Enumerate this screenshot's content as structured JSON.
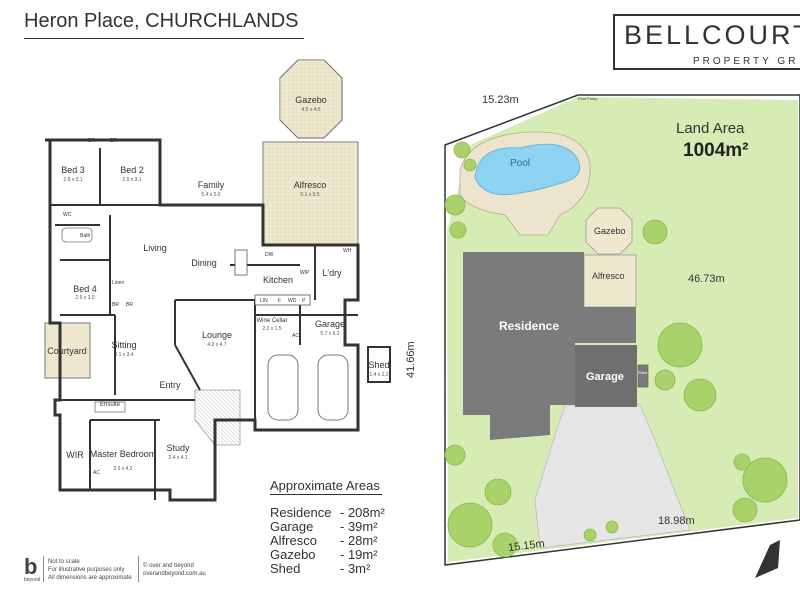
{
  "header": {
    "title": "Heron Place, CHURCHLANDS",
    "brand_main": "BELLCOURT",
    "brand_sub": "PROPERTY GR"
  },
  "floorplan": {
    "rooms": [
      {
        "name": "Gazebo",
        "dim": "4.5 x 4.5"
      },
      {
        "name": "Bed 3",
        "dim": "2.8 x 3.1"
      },
      {
        "name": "Bed 2",
        "dim": "2.9 x 3.1"
      },
      {
        "name": "Family",
        "dim": "5.4 x 5.0"
      },
      {
        "name": "Alfresco",
        "dim": "5.1 x 5.5"
      },
      {
        "name": "Living",
        "dim": ""
      },
      {
        "name": "Dining",
        "dim": ""
      },
      {
        "name": "Kitchen",
        "dim": ""
      },
      {
        "name": "L'dry",
        "dim": ""
      },
      {
        "name": "Bed 4",
        "dim": "2.6 x 3.0"
      },
      {
        "name": "Sitting",
        "dim": "3.1 x 3.4"
      },
      {
        "name": "Lounge",
        "dim": "4.2 x 4.7"
      },
      {
        "name": "Garage",
        "dim": "5.7 x 6.2"
      },
      {
        "name": "Courtyard",
        "dim": ""
      },
      {
        "name": "Shed",
        "dim": "1.4 x 2.2"
      },
      {
        "name": "Entry",
        "dim": ""
      },
      {
        "name": "Study",
        "dim": "2.4 x 4.1"
      },
      {
        "name": "Master Bedroom",
        "dim": "3.5 x 4.2"
      },
      {
        "name": "WIR",
        "dim": ""
      },
      {
        "name": "Ensuite",
        "dim": ""
      },
      {
        "name": "Wine Cellar",
        "dim": "2.2 x 1.5"
      }
    ],
    "small_labels": [
      "BR",
      "BR",
      "WC",
      "Bath",
      "Linen",
      "BR",
      "BR",
      "DW",
      "WIP",
      "LIN",
      "F",
      "WD",
      "P",
      "AC",
      "WH",
      "AC"
    ]
  },
  "areas": {
    "title": "Approximate Areas",
    "rows": [
      {
        "label": "Residence",
        "value": "- 208m²"
      },
      {
        "label": "Garage",
        "value": "- 39m²"
      },
      {
        "label": "Alfresco",
        "value": "- 28m²"
      },
      {
        "label": "Gazebo",
        "value": "- 19m²"
      },
      {
        "label": "Shed",
        "value": "- 3m²"
      }
    ]
  },
  "footer": {
    "logo_letter": "b",
    "logo_name": "beyond",
    "note1": "Not to scale",
    "note2": "For illustrative purposes only",
    "note3": "All dimensions are approximate",
    "copy1": "© over and beyond",
    "copy2": "overandbeyond.com.au"
  },
  "site": {
    "land_area_label": "Land Area",
    "land_area_value": "1004m²",
    "dims": [
      "15.23m",
      "41.66m",
      "46.73m",
      "18.98m",
      "15.15m"
    ],
    "labels": [
      "Pool",
      "Gazebo",
      "Alfresco",
      "Residence",
      "Garage",
      "Shed",
      "Pool Pump"
    ],
    "colors": {
      "building": "#7b7b7b",
      "lawn": "#cfe8a9",
      "paving": "#ebe3cc",
      "tree": "#a9d36a",
      "pool": "#8fd3f2",
      "driveway": "#e6e6e6"
    }
  }
}
